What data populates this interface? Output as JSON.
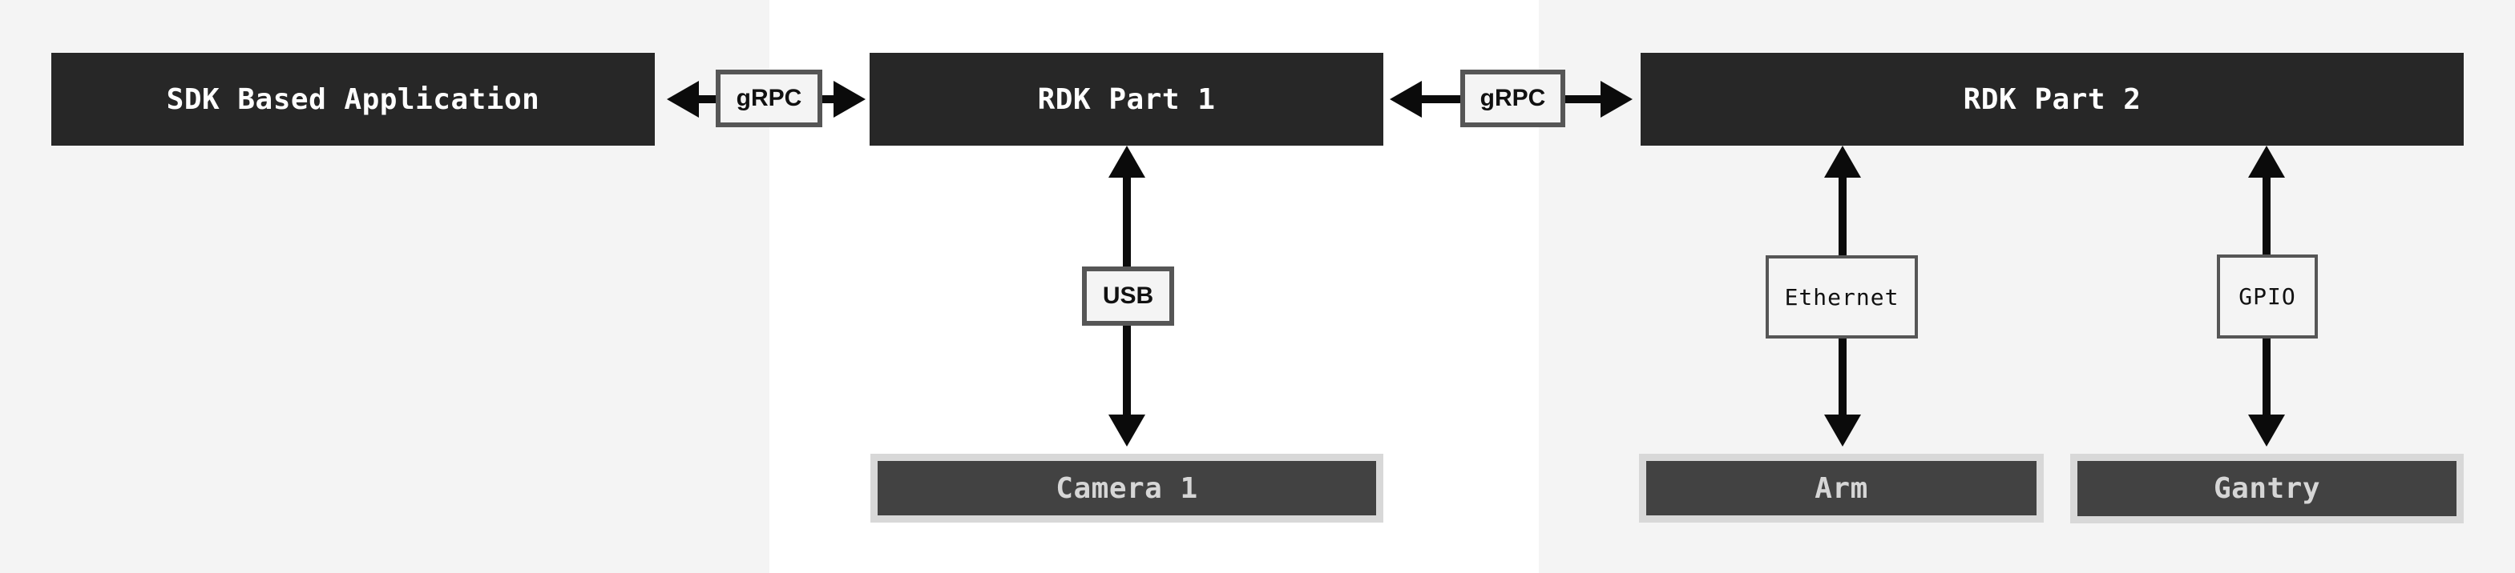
{
  "diagram": {
    "type": "architecture-diagram",
    "nodes": {
      "sdk_app": {
        "label": "SDK Based Application"
      },
      "rdk_part_1": {
        "label": "RDK Part 1"
      },
      "rdk_part_2": {
        "label": "RDK Part 2"
      },
      "camera_1": {
        "label": "Camera 1"
      },
      "arm": {
        "label": "Arm"
      },
      "gantry": {
        "label": "Gantry"
      }
    },
    "connection_labels": {
      "grpc_1": {
        "label": "gRPC"
      },
      "grpc_2": {
        "label": "gRPC"
      },
      "usb": {
        "label": "USB"
      },
      "ethernet": {
        "label": "Ethernet"
      },
      "gpio": {
        "label": "GPIO"
      }
    },
    "connections": [
      {
        "from": "SDK Based Application",
        "to": "RDK Part 1",
        "via": "gRPC",
        "direction": "bidirectional"
      },
      {
        "from": "RDK Part 1",
        "to": "RDK Part 2",
        "via": "gRPC",
        "direction": "bidirectional"
      },
      {
        "from": "RDK Part 1",
        "to": "Camera 1",
        "via": "USB",
        "direction": "bidirectional"
      },
      {
        "from": "RDK Part 2",
        "to": "Arm",
        "via": "Ethernet",
        "direction": "bidirectional"
      },
      {
        "from": "RDK Part 2",
        "to": "Gantry",
        "via": "GPIO",
        "direction": "bidirectional"
      }
    ],
    "colors": {
      "band_light": "#f4f4f4",
      "band_white": "#ffffff",
      "node_fill": "#272727",
      "node_text": "#ffffff",
      "device_fill": "#424242",
      "device_border": "#d8d8d8",
      "device_text": "#d6d6d6",
      "label_fill": "#f4f4f4",
      "label_border": "#565656",
      "label_text": "#111111",
      "arrow": "#0b0b0b"
    }
  }
}
